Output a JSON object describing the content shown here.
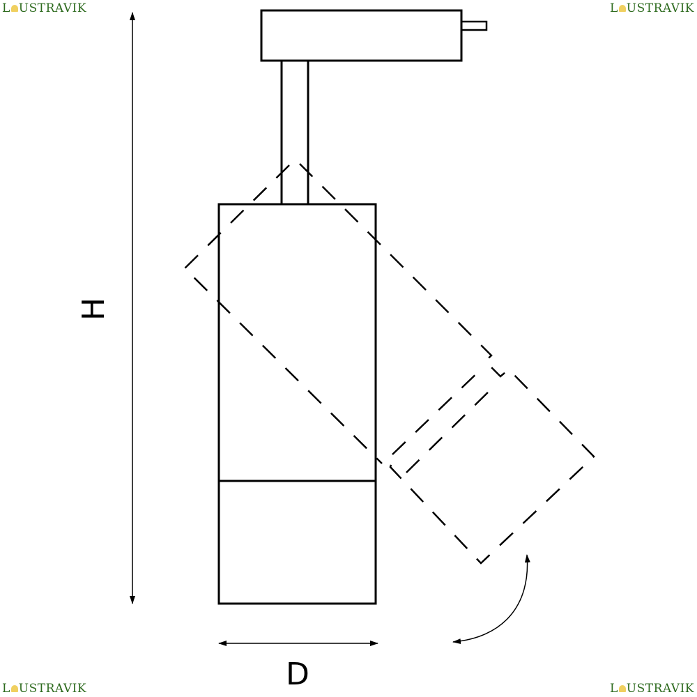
{
  "logo": {
    "prefix": "L",
    "rest": "USTRAVIK",
    "full": "LUSTRAVIK",
    "color": "#2e6b1f"
  },
  "dimensions": {
    "height_label": "H",
    "diameter_label": "D"
  }
}
